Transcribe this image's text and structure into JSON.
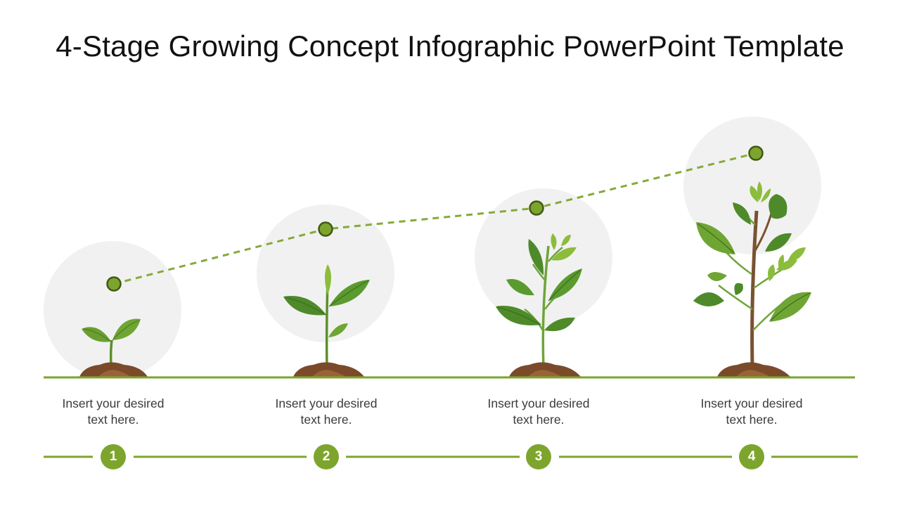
{
  "title": "4-Stage Growing Concept Infographic PowerPoint Template",
  "colors": {
    "accent": "#7da52d",
    "dash": "#86a93a",
    "node_fill": "#7da52d",
    "node_stroke": "#3d5a14",
    "circle_bg": "#f1f1f1",
    "soil": "#7a4a2a",
    "leaf_dark": "#4e8a2a",
    "leaf_light": "#8cbc3c",
    "trunk": "#7a5230"
  },
  "stages": [
    {
      "number": "1",
      "caption_line1": "Insert your desired",
      "caption_line2": "text here.",
      "icon": "seedling-icon"
    },
    {
      "number": "2",
      "caption_line1": "Insert your desired",
      "caption_line2": "text here.",
      "icon": "sprout-icon"
    },
    {
      "number": "3",
      "caption_line1": "Insert your desired",
      "caption_line2": "text here.",
      "icon": "young-plant-icon"
    },
    {
      "number": "4",
      "caption_line1": "Insert your desired",
      "caption_line2": "text here.",
      "icon": "sapling-tree-icon"
    }
  ]
}
